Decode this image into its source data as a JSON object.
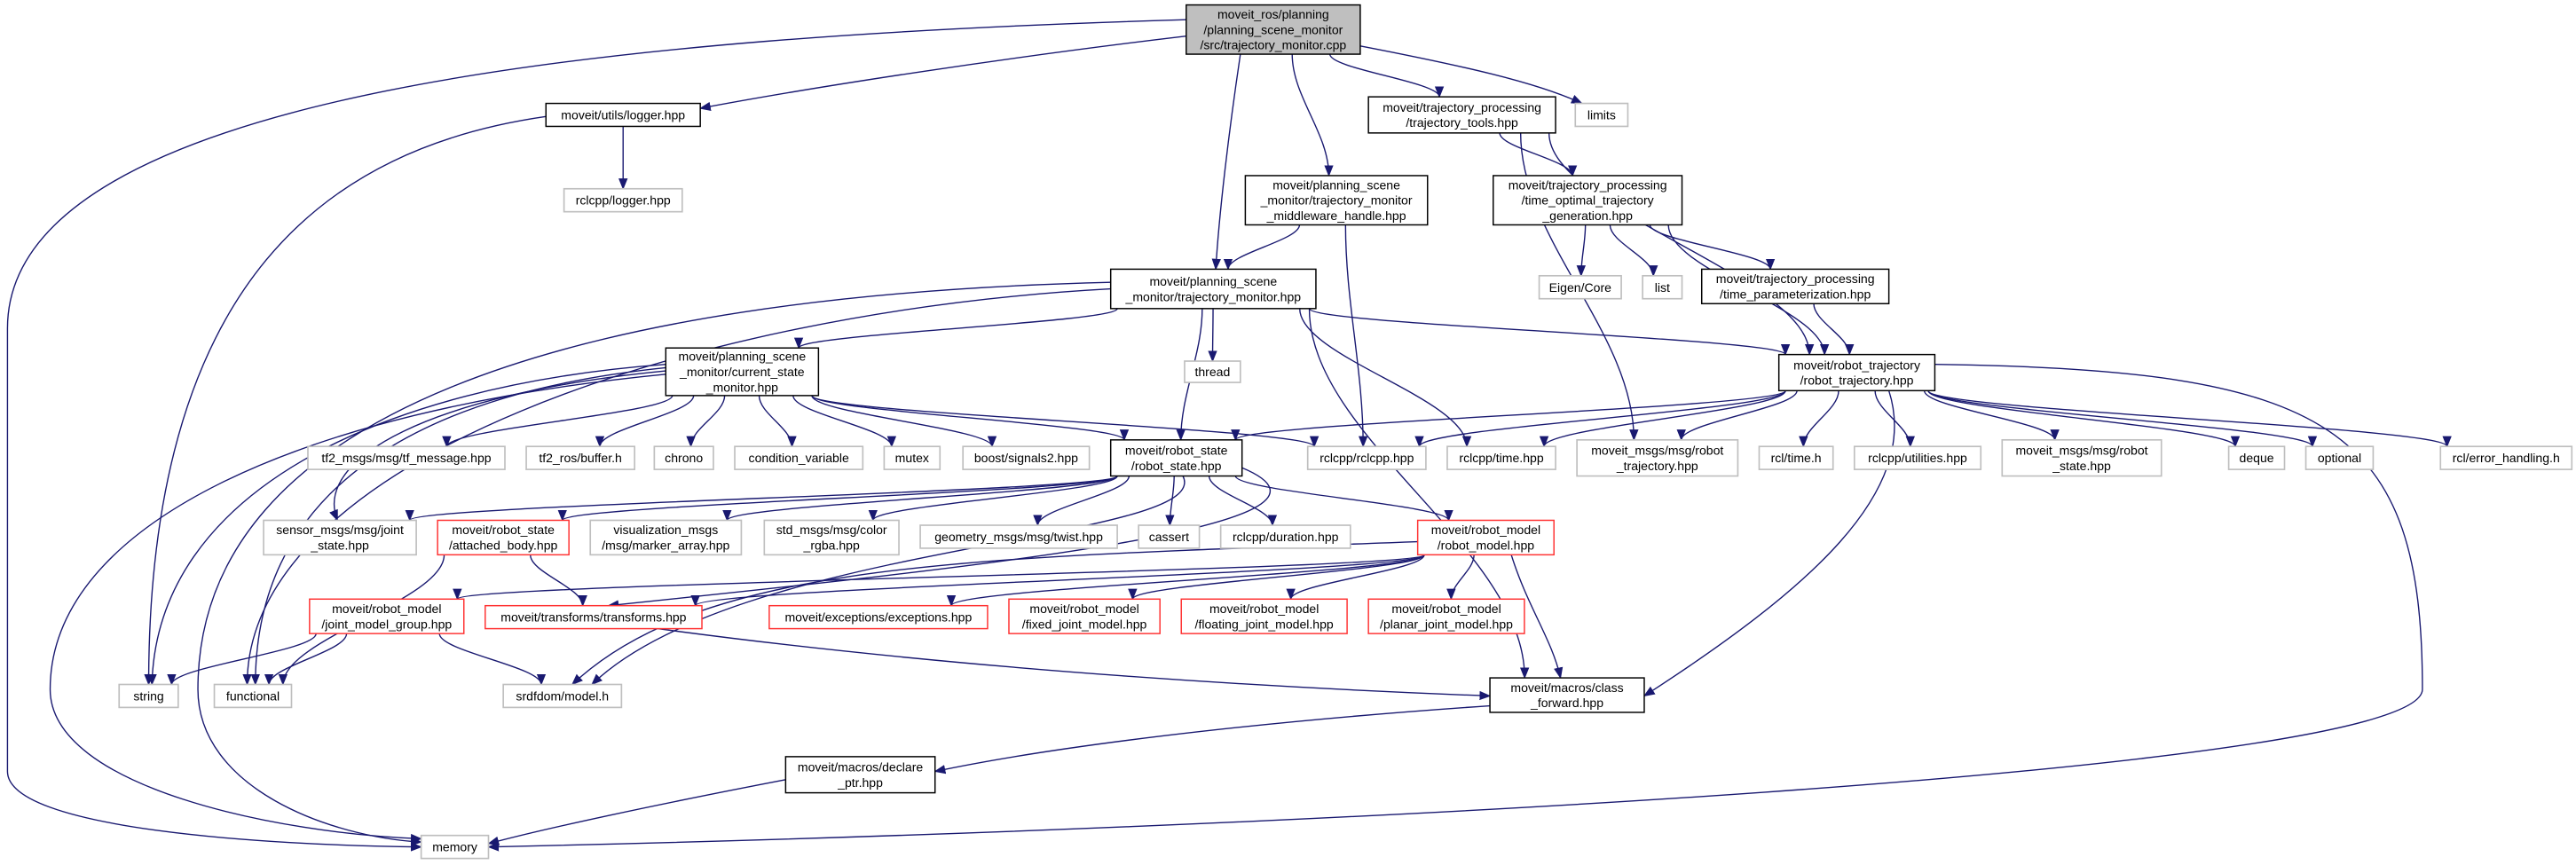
{
  "colors": {
    "edge": "#191970",
    "root_fill": "#bfbfbf",
    "documented_border": "#000000",
    "external_border": "#bfbfbf",
    "truncated_border": "#ff3333"
  },
  "nodes": [
    {
      "id": "root",
      "kind": "main",
      "lines": [
        "moveit_ros/planning",
        "/planning_scene_monitor",
        "/src/trajectory_monitor.cpp"
      ]
    },
    {
      "id": "logger",
      "kind": "doc",
      "lines": [
        "moveit/utils/logger.hpp"
      ]
    },
    {
      "id": "rclcpp_logger",
      "kind": "ext",
      "lines": [
        "rclcpp/logger.hpp"
      ]
    },
    {
      "id": "traj_tools",
      "kind": "doc",
      "lines": [
        "moveit/trajectory_processing",
        "/trajectory_tools.hpp"
      ]
    },
    {
      "id": "limits",
      "kind": "ext",
      "lines": [
        "limits"
      ]
    },
    {
      "id": "middleware",
      "kind": "doc",
      "lines": [
        "moveit/planning_scene",
        "_monitor/trajectory_monitor",
        "_middleware_handle.hpp"
      ]
    },
    {
      "id": "topt",
      "kind": "doc",
      "lines": [
        "moveit/trajectory_processing",
        "/time_optimal_trajectory",
        "_generation.hpp"
      ]
    },
    {
      "id": "eigen",
      "kind": "ext",
      "lines": [
        "Eigen/Core"
      ]
    },
    {
      "id": "list",
      "kind": "ext",
      "lines": [
        "list"
      ]
    },
    {
      "id": "time_param",
      "kind": "doc",
      "lines": [
        "moveit/trajectory_processing",
        "/time_parameterization.hpp"
      ]
    },
    {
      "id": "tm_hpp",
      "kind": "doc",
      "lines": [
        "moveit/planning_scene",
        "_monitor/trajectory_monitor.hpp"
      ]
    },
    {
      "id": "thread",
      "kind": "ext",
      "lines": [
        "thread"
      ]
    },
    {
      "id": "csm",
      "kind": "doc",
      "lines": [
        "moveit/planning_scene",
        "_monitor/current_state",
        "_monitor.hpp"
      ]
    },
    {
      "id": "robot_trajectory",
      "kind": "doc",
      "lines": [
        "moveit/robot_trajectory",
        "/robot_trajectory.hpp"
      ]
    },
    {
      "id": "tf_message",
      "kind": "ext",
      "lines": [
        "tf2_msgs/msg/tf_message.hpp"
      ]
    },
    {
      "id": "tf2_buffer",
      "kind": "ext",
      "lines": [
        "tf2_ros/buffer.h"
      ]
    },
    {
      "id": "chrono",
      "kind": "ext",
      "lines": [
        "chrono"
      ]
    },
    {
      "id": "condvar",
      "kind": "ext",
      "lines": [
        "condition_variable"
      ]
    },
    {
      "id": "mutex",
      "kind": "ext",
      "lines": [
        "mutex"
      ]
    },
    {
      "id": "signals2",
      "kind": "ext",
      "lines": [
        "boost/signals2.hpp"
      ]
    },
    {
      "id": "robot_state",
      "kind": "doc",
      "lines": [
        "moveit/robot_state",
        "/robot_state.hpp"
      ]
    },
    {
      "id": "rclcpp",
      "kind": "ext",
      "lines": [
        "rclcpp/rclcpp.hpp"
      ]
    },
    {
      "id": "rclcpp_time",
      "kind": "ext",
      "lines": [
        "rclcpp/time.hpp"
      ]
    },
    {
      "id": "msg_rt",
      "kind": "ext",
      "lines": [
        "moveit_msgs/msg/robot",
        "_trajectory.hpp"
      ]
    },
    {
      "id": "rcl_time",
      "kind": "ext",
      "lines": [
        "rcl/time.h"
      ]
    },
    {
      "id": "rclcpp_util",
      "kind": "ext",
      "lines": [
        "rclcpp/utilities.hpp"
      ]
    },
    {
      "id": "msg_rs",
      "kind": "ext",
      "lines": [
        "moveit_msgs/msg/robot",
        "_state.hpp"
      ]
    },
    {
      "id": "deque",
      "kind": "ext",
      "lines": [
        "deque"
      ]
    },
    {
      "id": "optional",
      "kind": "ext",
      "lines": [
        "optional"
      ]
    },
    {
      "id": "rcl_err",
      "kind": "ext",
      "lines": [
        "rcl/error_handling.h"
      ]
    },
    {
      "id": "joint_state",
      "kind": "ext",
      "lines": [
        "sensor_msgs/msg/joint",
        "_state.hpp"
      ]
    },
    {
      "id": "attached_body",
      "kind": "red",
      "lines": [
        "moveit/robot_state",
        "/attached_body.hpp"
      ]
    },
    {
      "id": "marker_array",
      "kind": "ext",
      "lines": [
        "visualization_msgs",
        "/msg/marker_array.hpp"
      ]
    },
    {
      "id": "color_rgba",
      "kind": "ext",
      "lines": [
        "std_msgs/msg/color",
        "_rgba.hpp"
      ]
    },
    {
      "id": "twist",
      "kind": "ext",
      "lines": [
        "geometry_msgs/msg/twist.hpp"
      ]
    },
    {
      "id": "cassert",
      "kind": "ext",
      "lines": [
        "cassert"
      ]
    },
    {
      "id": "duration",
      "kind": "ext",
      "lines": [
        "rclcpp/duration.hpp"
      ]
    },
    {
      "id": "robot_model",
      "kind": "red",
      "lines": [
        "moveit/robot_model",
        "/robot_model.hpp"
      ]
    },
    {
      "id": "jmg",
      "kind": "red",
      "lines": [
        "moveit/robot_model",
        "/joint_model_group.hpp"
      ]
    },
    {
      "id": "transforms",
      "kind": "red",
      "lines": [
        "moveit/transforms/transforms.hpp"
      ]
    },
    {
      "id": "exceptions",
      "kind": "red",
      "lines": [
        "moveit/exceptions/exceptions.hpp"
      ]
    },
    {
      "id": "fixed",
      "kind": "red",
      "lines": [
        "moveit/robot_model",
        "/fixed_joint_model.hpp"
      ]
    },
    {
      "id": "floating",
      "kind": "red",
      "lines": [
        "moveit/robot_model",
        "/floating_joint_model.hpp"
      ]
    },
    {
      "id": "planar",
      "kind": "red",
      "lines": [
        "moveit/robot_model",
        "/planar_joint_model.hpp"
      ]
    },
    {
      "id": "string",
      "kind": "ext",
      "lines": [
        "string"
      ]
    },
    {
      "id": "functional",
      "kind": "ext",
      "lines": [
        "functional"
      ]
    },
    {
      "id": "srdf",
      "kind": "ext",
      "lines": [
        "srdfdom/model.h"
      ]
    },
    {
      "id": "class_forward",
      "kind": "doc",
      "lines": [
        "moveit/macros/class",
        "_forward.hpp"
      ]
    },
    {
      "id": "declare_ptr",
      "kind": "doc",
      "lines": [
        "moveit/macros/declare",
        "_ptr.hpp"
      ]
    },
    {
      "id": "memory",
      "kind": "ext",
      "lines": [
        "memory"
      ]
    }
  ],
  "edges": [
    [
      "root",
      "memory"
    ],
    [
      "root",
      "logger"
    ],
    [
      "root",
      "traj_tools"
    ],
    [
      "root",
      "limits"
    ],
    [
      "root",
      "middleware"
    ],
    [
      "root",
      "tm_hpp"
    ],
    [
      "logger",
      "rclcpp_logger"
    ],
    [
      "logger",
      "string"
    ],
    [
      "traj_tools",
      "topt"
    ],
    [
      "traj_tools",
      "robot_trajectory"
    ],
    [
      "traj_tools",
      "msg_rt"
    ],
    [
      "middleware",
      "tm_hpp"
    ],
    [
      "middleware",
      "rclcpp"
    ],
    [
      "topt",
      "eigen"
    ],
    [
      "topt",
      "list"
    ],
    [
      "topt",
      "time_param"
    ],
    [
      "topt",
      "robot_trajectory"
    ],
    [
      "time_param",
      "robot_trajectory"
    ],
    [
      "tm_hpp",
      "csm"
    ],
    [
      "tm_hpp",
      "robot_trajectory"
    ],
    [
      "tm_hpp",
      "thread"
    ],
    [
      "tm_hpp",
      "robot_state"
    ],
    [
      "tm_hpp",
      "rclcpp_time"
    ],
    [
      "tm_hpp",
      "class_forward"
    ],
    [
      "tm_hpp",
      "memory"
    ],
    [
      "tm_hpp",
      "functional"
    ],
    [
      "csm",
      "tf_message"
    ],
    [
      "csm",
      "tf2_buffer"
    ],
    [
      "csm",
      "chrono"
    ],
    [
      "csm",
      "condvar"
    ],
    [
      "csm",
      "mutex"
    ],
    [
      "csm",
      "signals2"
    ],
    [
      "csm",
      "robot_state"
    ],
    [
      "csm",
      "rclcpp"
    ],
    [
      "csm",
      "joint_state"
    ],
    [
      "csm",
      "string"
    ],
    [
      "csm",
      "functional"
    ],
    [
      "csm",
      "memory"
    ],
    [
      "robot_trajectory",
      "robot_state"
    ],
    [
      "robot_trajectory",
      "rclcpp"
    ],
    [
      "robot_trajectory",
      "rclcpp_time"
    ],
    [
      "robot_trajectory",
      "msg_rt"
    ],
    [
      "robot_trajectory",
      "rcl_time"
    ],
    [
      "robot_trajectory",
      "rclcpp_util"
    ],
    [
      "robot_trajectory",
      "msg_rs"
    ],
    [
      "robot_trajectory",
      "deque"
    ],
    [
      "robot_trajectory",
      "optional"
    ],
    [
      "robot_trajectory",
      "rcl_err"
    ],
    [
      "robot_trajectory",
      "class_forward"
    ],
    [
      "robot_trajectory",
      "memory"
    ],
    [
      "robot_state",
      "joint_state"
    ],
    [
      "robot_state",
      "attached_body"
    ],
    [
      "robot_state",
      "marker_array"
    ],
    [
      "robot_state",
      "color_rgba"
    ],
    [
      "robot_state",
      "twist"
    ],
    [
      "robot_state",
      "cassert"
    ],
    [
      "robot_state",
      "duration"
    ],
    [
      "robot_state",
      "robot_model"
    ],
    [
      "robot_state",
      "srdf"
    ],
    [
      "robot_state",
      "transforms"
    ],
    [
      "attached_body",
      "functional"
    ],
    [
      "attached_body",
      "transforms"
    ],
    [
      "robot_model",
      "jmg"
    ],
    [
      "robot_model",
      "transforms"
    ],
    [
      "robot_model",
      "exceptions"
    ],
    [
      "robot_model",
      "fixed"
    ],
    [
      "robot_model",
      "floating"
    ],
    [
      "robot_model",
      "planar"
    ],
    [
      "robot_model",
      "class_forward"
    ],
    [
      "robot_model",
      "srdf"
    ],
    [
      "jmg",
      "string"
    ],
    [
      "jmg",
      "functional"
    ],
    [
      "jmg",
      "srdf"
    ],
    [
      "transforms",
      "class_forward"
    ],
    [
      "class_forward",
      "declare_ptr"
    ],
    [
      "declare_ptr",
      "memory"
    ]
  ]
}
